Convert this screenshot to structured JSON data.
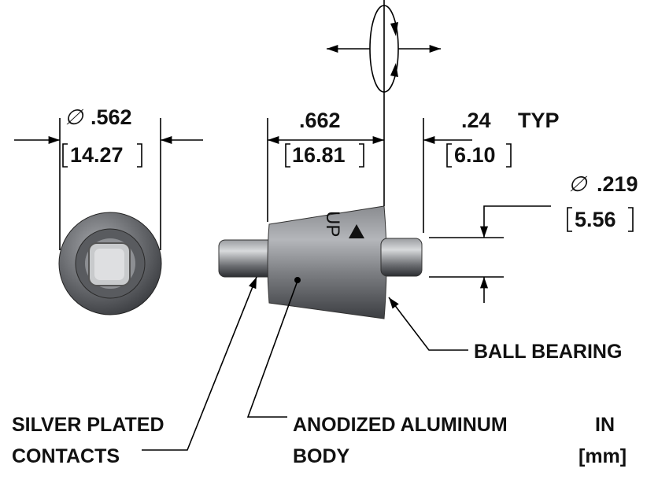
{
  "dimensions": {
    "outer_diameter": {
      "symbol": "∅",
      "inch": ".562",
      "mm": "14.27"
    },
    "body_length": {
      "inch": ".662",
      "mm": "16.81"
    },
    "pin_length": {
      "inch": ".24",
      "note": "TYP",
      "mm": "6.10"
    },
    "pin_diameter": {
      "symbol": "∅",
      "inch": ".219",
      "mm": "5.56"
    }
  },
  "part_marking": "UP",
  "callouts": {
    "contacts_line1": "SILVER PLATED",
    "contacts_line2": "CONTACTS",
    "body_line1": "ANODIZED ALUMINUM",
    "body_line2": "BODY",
    "bearing": "BALL BEARING"
  },
  "units": {
    "primary": "IN",
    "secondary": "[mm]"
  }
}
